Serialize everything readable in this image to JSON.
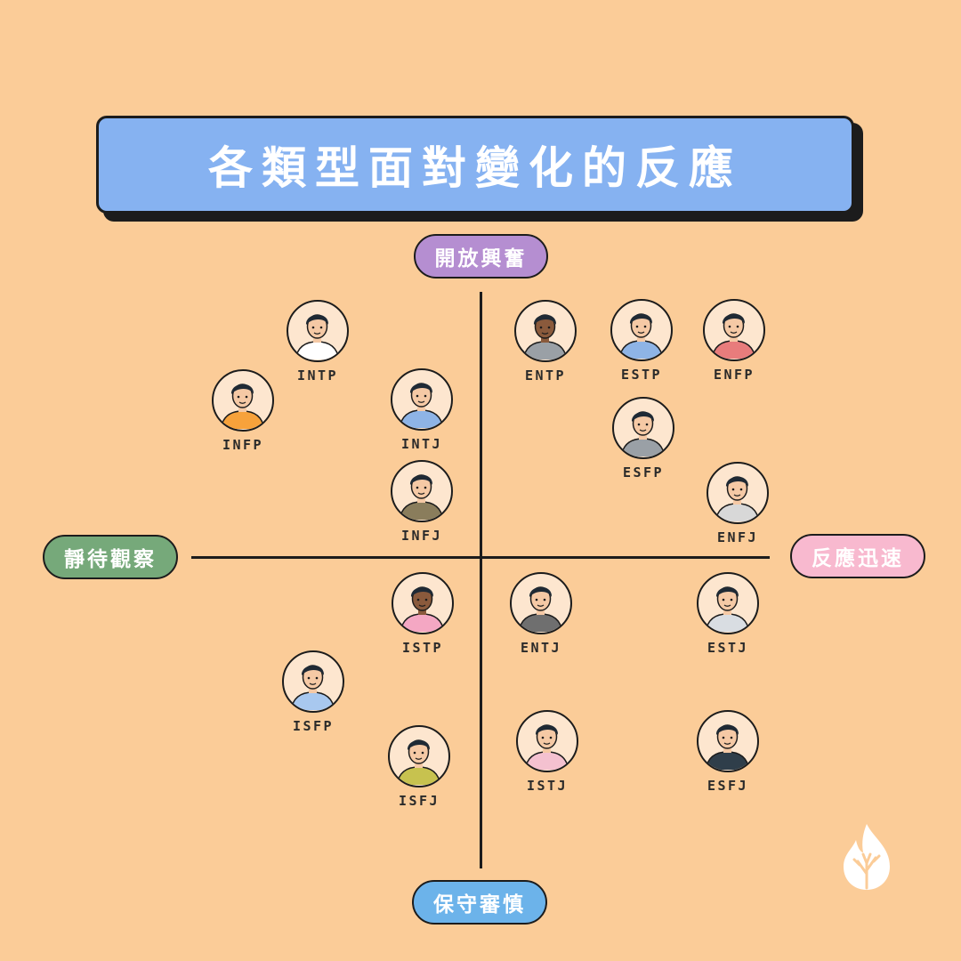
{
  "title": "各類型面對變化的反應",
  "axes": {
    "top": "開放興奮",
    "bottom": "保守審慎",
    "left": "靜待觀察",
    "right": "反應迅速"
  },
  "personas": {
    "intp": {
      "label": "INTP",
      "shirt": "#ffffff",
      "hair": "#1f2a35",
      "skin": "#f5c9a5"
    },
    "infp": {
      "label": "INFP",
      "shirt": "#f7a23b",
      "hair": "#1f2a35",
      "skin": "#f5c9a5"
    },
    "intj": {
      "label": "INTJ",
      "shirt": "#8eb4e6",
      "hair": "#1f2a35",
      "skin": "#f5c9a5"
    },
    "infj": {
      "label": "INFJ",
      "shirt": "#8a7d5c",
      "hair": "#1f2a35",
      "skin": "#f5c9a5"
    },
    "entp": {
      "label": "ENTP",
      "shirt": "#9aa0a6",
      "hair": "#1f2a35",
      "skin": "#8a5a3c"
    },
    "estp": {
      "label": "ESTP",
      "shirt": "#8eb4e6",
      "hair": "#1f2a35",
      "skin": "#f5c9a5"
    },
    "enfp": {
      "label": "ENFP",
      "shirt": "#e87c7c",
      "hair": "#1f2a35",
      "skin": "#f5c9a5"
    },
    "esfp": {
      "label": "ESFP",
      "shirt": "#9aa0a6",
      "hair": "#1f2a35",
      "skin": "#f5c9a5"
    },
    "enfj": {
      "label": "ENFJ",
      "shirt": "#d8d8d8",
      "hair": "#1f2a35",
      "skin": "#f5c9a5"
    },
    "istp": {
      "label": "ISTP",
      "shirt": "#f4a7c3",
      "hair": "#1f2a35",
      "skin": "#8a5a3c"
    },
    "entj": {
      "label": "ENTJ",
      "shirt": "#6f6f6f",
      "hair": "#1f2a35",
      "skin": "#f5c9a5"
    },
    "estj": {
      "label": "ESTJ",
      "shirt": "#d9dde2",
      "hair": "#1f2a35",
      "skin": "#f5c9a5"
    },
    "isfp": {
      "label": "ISFP",
      "shirt": "#a8c8ef",
      "hair": "#1f2a35",
      "skin": "#f5c9a5"
    },
    "isfj": {
      "label": "ISFJ",
      "shirt": "#c7c24f",
      "hair": "#1f2a35",
      "skin": "#f5c9a5"
    },
    "istj": {
      "label": "ISTJ",
      "shirt": "#f4c1d0",
      "hair": "#1f2a35",
      "skin": "#f5c9a5"
    },
    "esfj": {
      "label": "ESFJ",
      "shirt": "#2f3e4a",
      "hair": "#1f2a35",
      "skin": "#f5c9a5"
    }
  },
  "colors": {
    "background": "#fbcc98",
    "title_box": "#86b2f1",
    "top_pill": "#b58ed1",
    "bottom_pill": "#6cb3ea",
    "left_pill": "#76a97a",
    "right_pill": "#f8b9cf",
    "outline": "#1c1c1c"
  },
  "logo_icon": "flame-tree-icon"
}
